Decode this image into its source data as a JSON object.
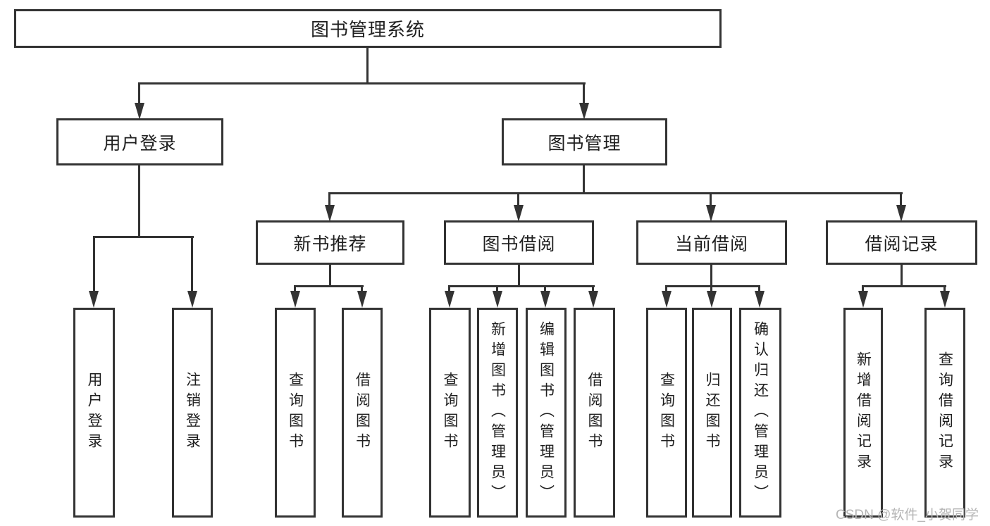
{
  "colors": {
    "background": "#ffffff",
    "line": "#333333",
    "text": "#1f1f1f",
    "watermark": "#b5b5b5"
  },
  "watermark": {
    "text": "CSDN @软件_小贺同学"
  },
  "tree": {
    "label": "图书管理系统",
    "children": [
      {
        "label": "用户登录",
        "children": [
          {
            "label": "用户登录"
          },
          {
            "label": "注销登录"
          }
        ]
      },
      {
        "label": "图书管理",
        "children": [
          {
            "label": "新书推荐",
            "children": [
              {
                "label": "查询图书"
              },
              {
                "label": "借阅图书"
              }
            ]
          },
          {
            "label": "图书借阅",
            "children": [
              {
                "label": "查询图书"
              },
              {
                "label": "新增图书（管理员）"
              },
              {
                "label": "编辑图书（管理员）"
              },
              {
                "label": "借阅图书"
              }
            ]
          },
          {
            "label": "当前借阅",
            "children": [
              {
                "label": "查询图书"
              },
              {
                "label": "归还图书"
              },
              {
                "label": "确认归还（管理员）"
              }
            ]
          },
          {
            "label": "借阅记录",
            "children": [
              {
                "label": "新增借阅记录"
              },
              {
                "label": "查询借阅记录"
              }
            ]
          }
        ]
      }
    ]
  }
}
